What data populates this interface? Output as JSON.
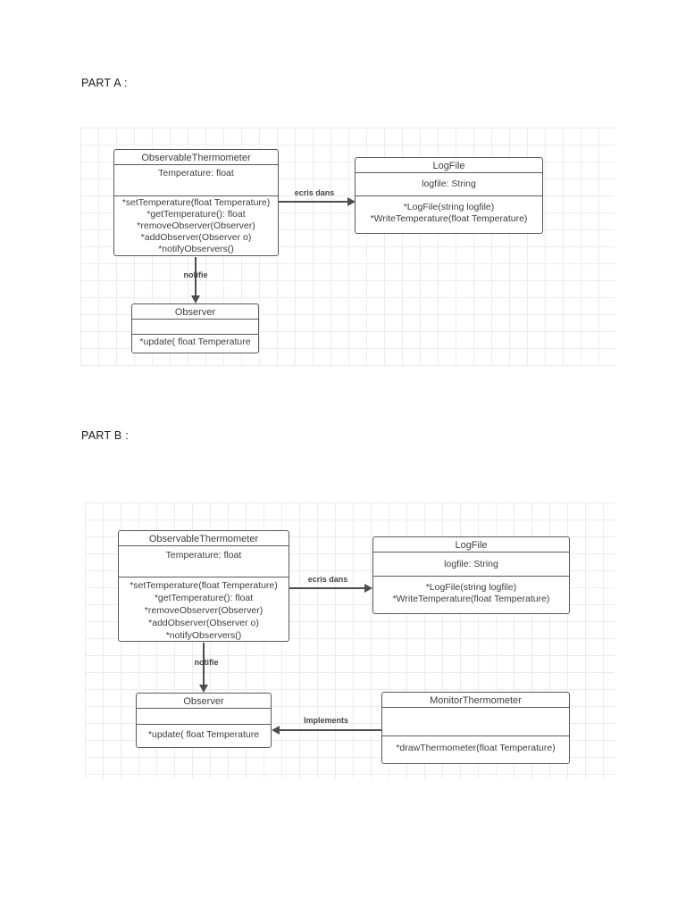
{
  "page": {
    "part_a_label": "PART A :",
    "part_b_label": "PART B :"
  },
  "colors": {
    "box_border": "#595959",
    "arrow": "#4d4d4d",
    "grid_line": "#ececec",
    "text": "#3d3d3d"
  },
  "diagram_a": {
    "observable_thermometer": {
      "title": "ObservableThermometer",
      "attributes": [
        "Temperature: float"
      ],
      "methods": [
        "*setTemperature(float Temperature)",
        "*getTemperature(): float",
        "*removeObserver(Observer)",
        "*addObserver(Observer o)",
        "*notifyObservers()"
      ]
    },
    "logfile": {
      "title": "LogFile",
      "attributes": [
        "logfile: String"
      ],
      "methods": [
        "*LogFile(string logfile)",
        "*WriteTemperature(float Temperature)"
      ]
    },
    "observer": {
      "title": "Observer",
      "attributes": [],
      "methods": [
        "*update( float Temperature"
      ]
    },
    "edges": {
      "ecris_dans": "ecris dans",
      "notifie": "notifie"
    }
  },
  "diagram_b": {
    "observable_thermometer": {
      "title": "ObservableThermometer",
      "attributes": [
        "Temperature: float"
      ],
      "methods": [
        "*setTemperature(float Temperature)",
        "*getTemperature(): float",
        "*removeObserver(Observer)",
        "*addObserver(Observer o)",
        "*notifyObservers()"
      ]
    },
    "logfile": {
      "title": "LogFile",
      "attributes": [
        "logfile: String"
      ],
      "methods": [
        "*LogFile(string logfile)",
        "*WriteTemperature(float Temperature)"
      ]
    },
    "observer": {
      "title": "Observer",
      "attributes": [],
      "methods": [
        "*update( float Temperature"
      ]
    },
    "monitor_thermometer": {
      "title": "MonitorThermometer",
      "attributes": [],
      "methods": [
        "*drawThermometer(float Temperature)"
      ]
    },
    "edges": {
      "ecris_dans": "ecris dans",
      "notifie": "notifie",
      "implements": "Implements"
    }
  }
}
